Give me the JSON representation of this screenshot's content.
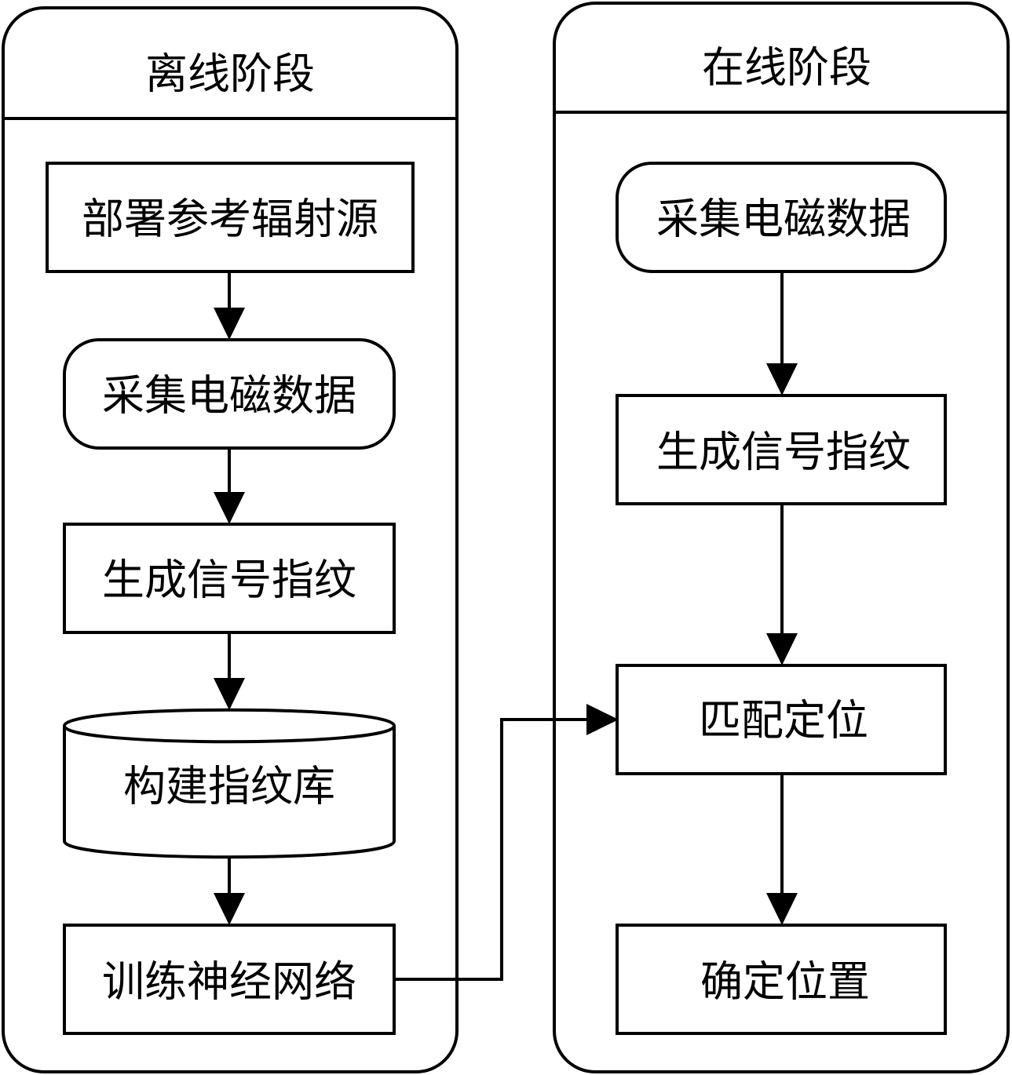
{
  "offline_stage": {
    "title": "离线阶段",
    "steps": {
      "deploy": "部署参考辐射源",
      "collect": "采集电磁数据",
      "generate": "生成信号指纹",
      "build_db": "构建指纹库",
      "train": "训练神经网络"
    }
  },
  "online_stage": {
    "title": "在线阶段",
    "steps": {
      "collect": "采集电磁数据",
      "generate": "生成信号指纹",
      "match": "匹配定位",
      "locate": "确定位置"
    }
  },
  "colors": {
    "stroke": "#000000",
    "fill": "#ffffff"
  }
}
